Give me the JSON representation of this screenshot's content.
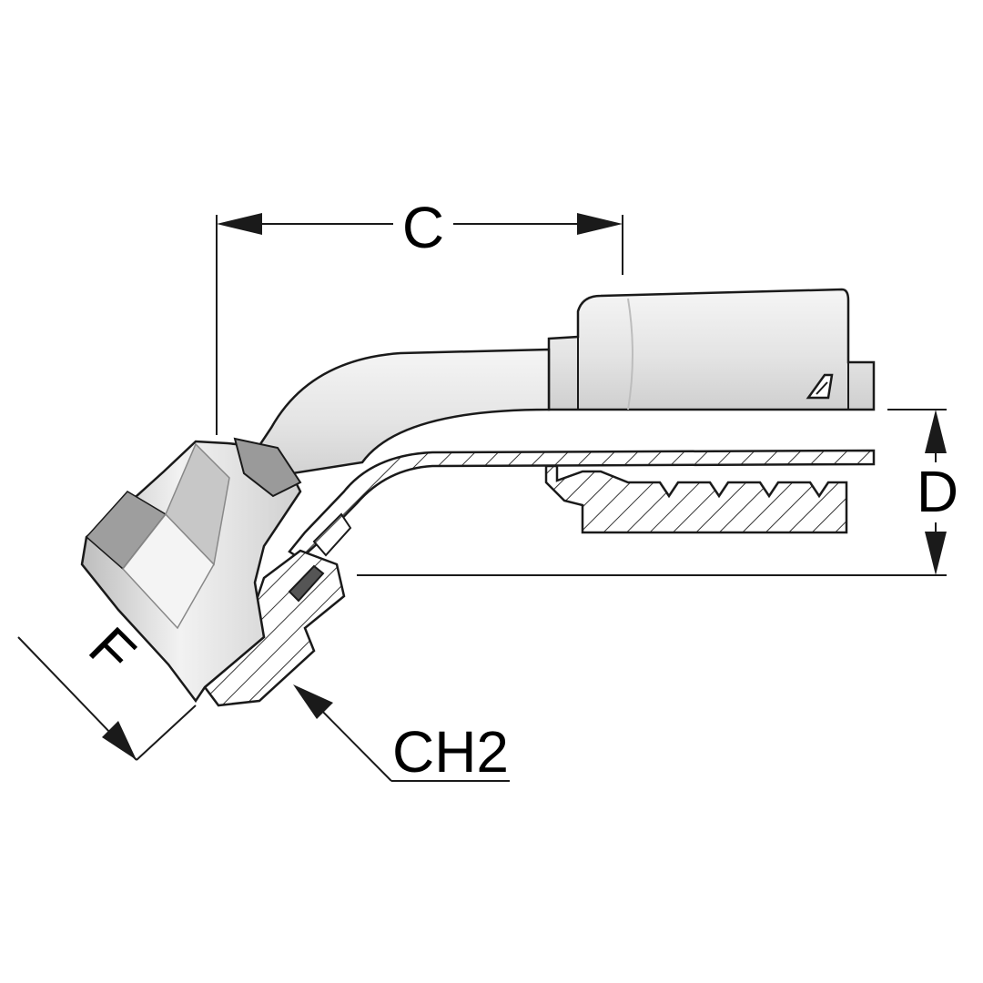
{
  "dimensions": {
    "c_label": "C",
    "d_label": "D",
    "f_label": "F",
    "ch2_label": "CH2"
  },
  "colors": {
    "outline": "#1a1a1a",
    "body_light": "#ececec",
    "body_mid": "#d6d6d6",
    "body_dark": "#a9a9a9",
    "hatch": "#333333"
  }
}
